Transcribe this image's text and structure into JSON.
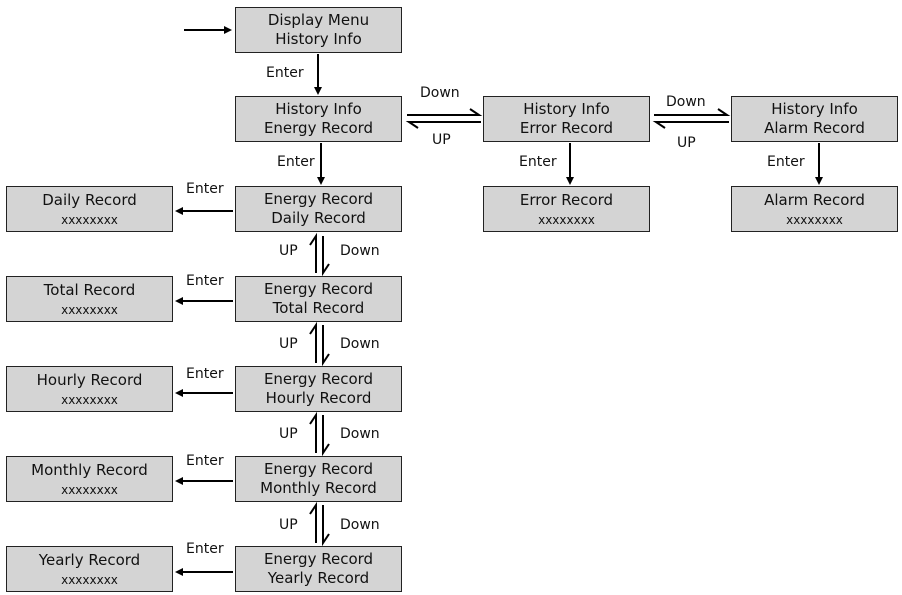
{
  "nodes": {
    "display_menu": {
      "line1": "Display Menu",
      "line2": "History Info"
    },
    "history_energy": {
      "line1": "History Info",
      "line2": "Energy Record"
    },
    "history_error": {
      "line1": "History Info",
      "line2": "Error Record"
    },
    "history_alarm": {
      "line1": "History Info",
      "line2": "Alarm Record"
    },
    "error_record": {
      "line1": "Error Record",
      "line2": "xxxxxxxx"
    },
    "alarm_record": {
      "line1": "Alarm Record",
      "line2": "xxxxxxxx"
    },
    "energy_daily": {
      "line1": "Energy Record",
      "line2": "Daily Record"
    },
    "energy_total": {
      "line1": "Energy Record",
      "line2": "Total Record"
    },
    "energy_hourly": {
      "line1": "Energy Record",
      "line2": "Hourly Record"
    },
    "energy_monthly": {
      "line1": "Energy Record",
      "line2": "Monthly Record"
    },
    "energy_yearly": {
      "line1": "Energy Record",
      "line2": "Yearly Record"
    },
    "daily_record": {
      "line1": "Daily Record",
      "line2": "xxxxxxxx"
    },
    "total_record": {
      "line1": "Total Record",
      "line2": "xxxxxxxx"
    },
    "hourly_record": {
      "line1": "Hourly Record",
      "line2": "xxxxxxxx"
    },
    "monthly_record": {
      "line1": "Monthly Record",
      "line2": "xxxxxxxx"
    },
    "yearly_record": {
      "line1": "Yearly Record",
      "line2": "xxxxxxxx"
    }
  },
  "edge_labels": {
    "enter": "Enter",
    "up": "UP",
    "down": "Down"
  }
}
